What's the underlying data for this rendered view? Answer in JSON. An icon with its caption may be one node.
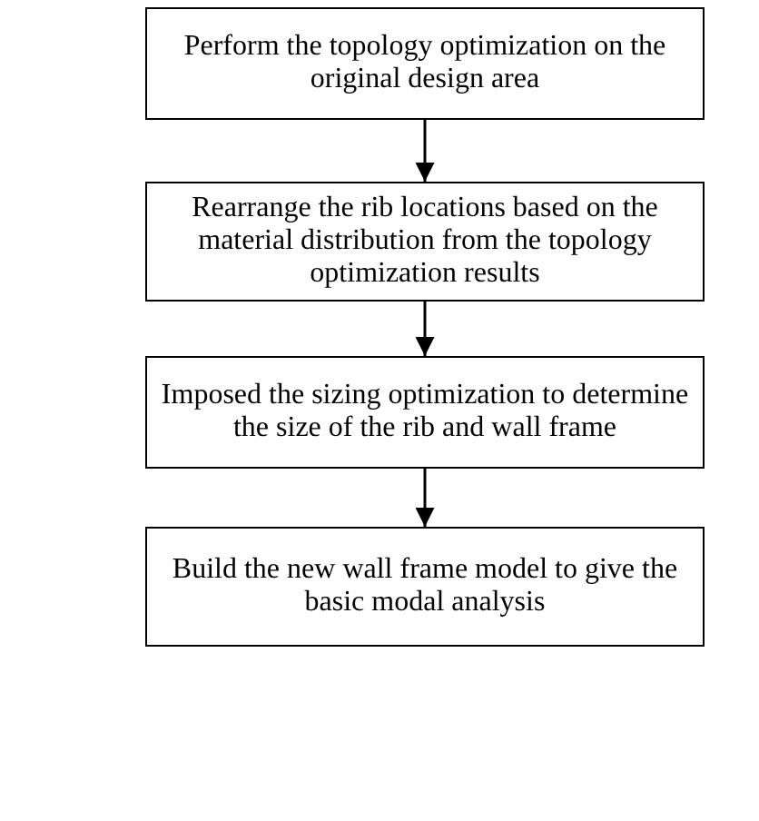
{
  "diagram": {
    "nodes": [
      {
        "text": [
          "Perform the topology optimization on the original design area"
        ]
      },
      {
        "text": [
          "Rearrange the rib locations based on the material distribution from the topology optimization results"
        ]
      },
      {
        "text": [
          "Imposed the sizing optimization to determine the size of the rib and wall frame"
        ]
      },
      {
        "text": [
          "Build the new wall frame model to give the basic modal analysis"
        ]
      }
    ],
    "edges": [
      {
        "from": 0,
        "to": 1,
        "arrow": "to"
      },
      {
        "from": 1,
        "to": 2,
        "arrow": "to"
      },
      {
        "from": 2,
        "to": 3,
        "arrow": "to"
      }
    ]
  }
}
